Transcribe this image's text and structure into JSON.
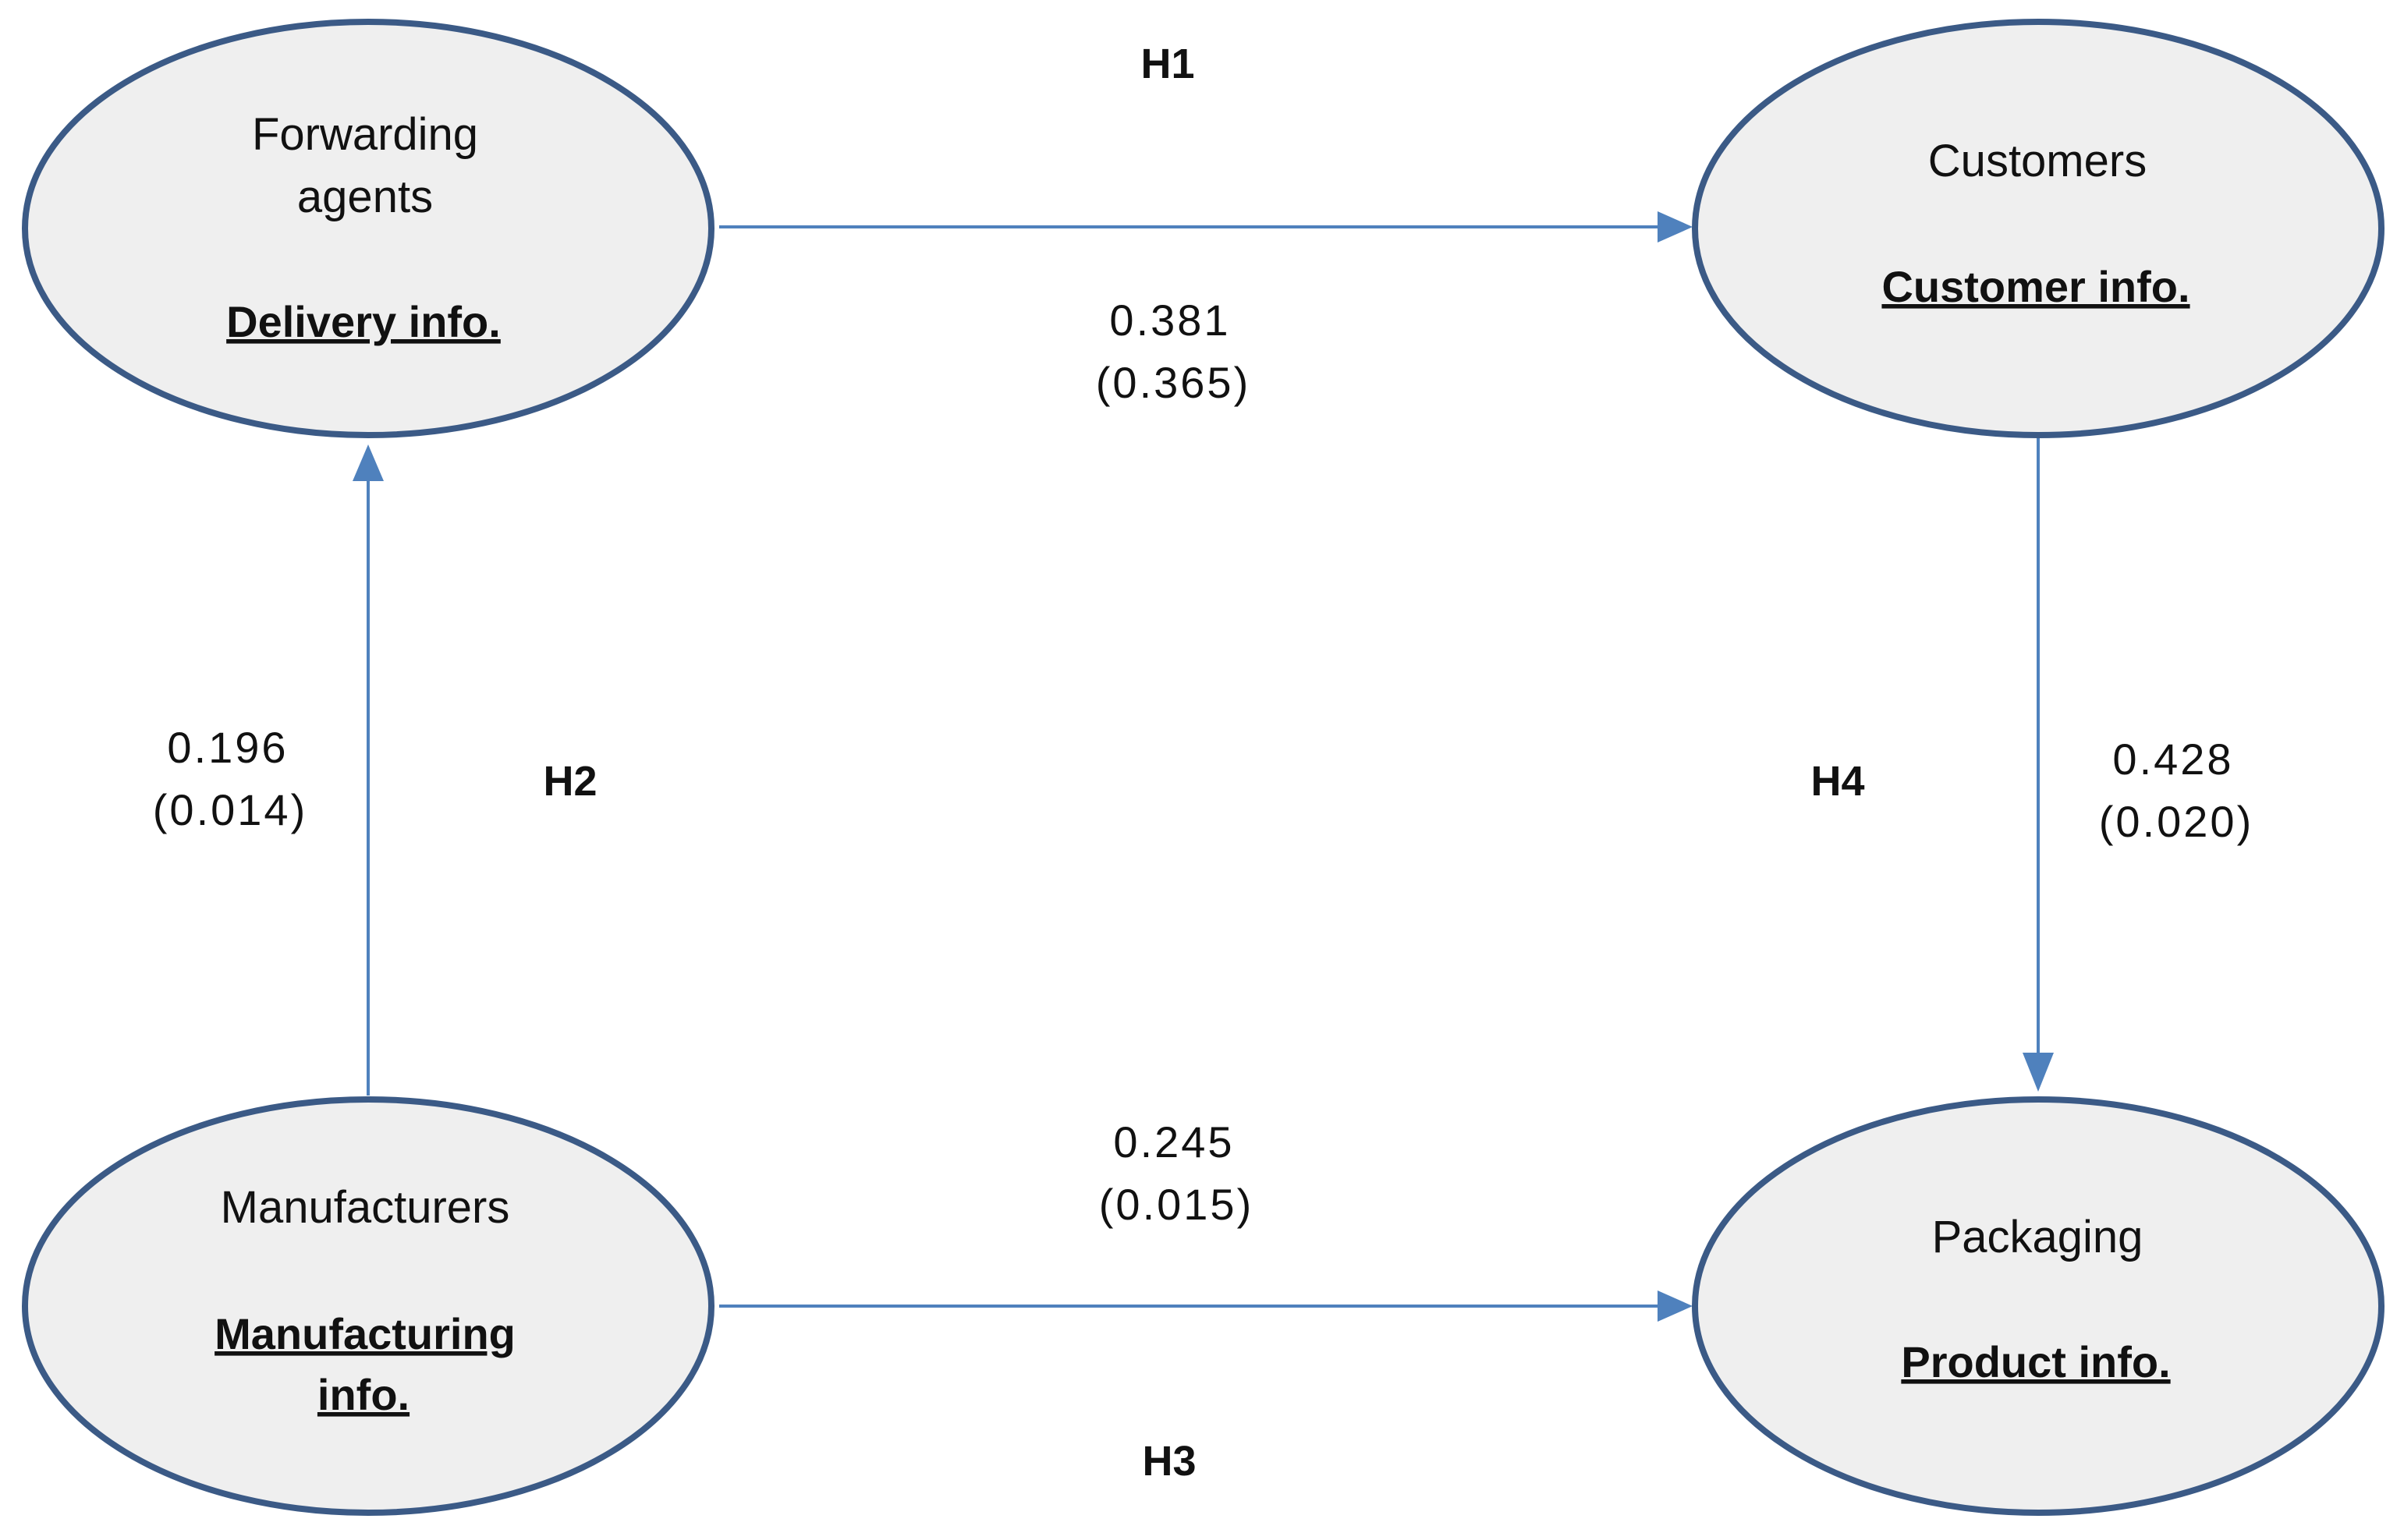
{
  "nodes": {
    "forwarding_agents": {
      "actor_line1": "Forwarding",
      "actor_line2": "agents",
      "info": "Delivery info."
    },
    "customers": {
      "actor": "Customers",
      "info": "Customer info."
    },
    "manufacturers": {
      "actor": "Manufacturers",
      "info_line1": "Manufacturing",
      "info_line2": "info."
    },
    "packaging": {
      "actor": "Packaging",
      "info": "Product info."
    }
  },
  "edges": {
    "h1": {
      "hypothesis": "H1",
      "coefficient": "0.381",
      "p_value": "(0.365)"
    },
    "h2": {
      "hypothesis": "H2",
      "coefficient": "0.196",
      "p_value": "(0.014)"
    },
    "h3": {
      "hypothesis": "H3",
      "coefficient": "0.245",
      "p_value": "(0.015)"
    },
    "h4": {
      "hypothesis": "H4",
      "coefficient": "0.428",
      "p_value": "(0.020)"
    }
  },
  "colors": {
    "node_fill": "#efefef",
    "node_stroke": "#3b5a86",
    "edge": "#4f81bd"
  }
}
